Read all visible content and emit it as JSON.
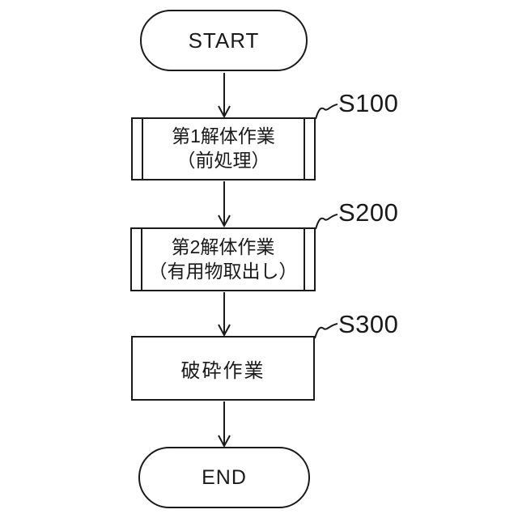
{
  "diagram": {
    "kind": "flowchart",
    "colors": {
      "line": "#1a1a1a",
      "background": "#ffffff",
      "text": "#1a1a1a"
    },
    "nodes": {
      "start": {
        "type": "terminator",
        "label": "START"
      },
      "step1": {
        "type": "predefined-process",
        "line1": "第1解体作業",
        "line2": "（前処理）",
        "step_label": "S100"
      },
      "step2": {
        "type": "predefined-process",
        "line1": "第2解体作業",
        "line2": "（有用物取出し）",
        "step_label": "S200"
      },
      "step3": {
        "type": "process",
        "line1": "破砕作業",
        "step_label": "S300"
      },
      "end": {
        "type": "terminator",
        "label": "END"
      }
    },
    "flow_order": [
      "start",
      "step1",
      "step2",
      "step3",
      "end"
    ]
  }
}
